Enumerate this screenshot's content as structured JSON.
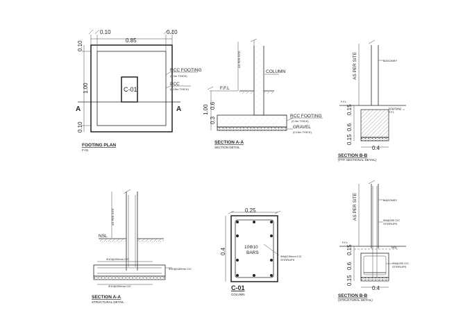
{
  "footing_plan": {
    "dim_top_left": "0.10",
    "dim_top_mid": "0.85",
    "dim_top_right": "0.10",
    "dim_left_top": "0.10",
    "dim_left_mid": "1.00",
    "dim_left_bottom": "0.10",
    "column_tag": "C-01",
    "rcc_label": "RCC FOOTING",
    "rcc_note": "(0.3m THICK)",
    "pcc_label": "PCC",
    "pcc_note": "(0.15m THICK)",
    "section_left": "A",
    "section_right": "A",
    "title": "FOOTING PLAN",
    "subtitle": "F-01"
  },
  "section_aa_detail": {
    "as_per_site": "AS PER SITE",
    "column_label": "COLUMN",
    "ffl": "F.F.L",
    "dim_1": "1.00",
    "dim_2": "0.6",
    "dim_3": "0.3",
    "rcc_label": "RCC FOOTING",
    "rcc_note": "(0.3m THICK)",
    "gravel_label": "GRAVEL",
    "gravel_note": "(0.15m THICK)",
    "title": "SECTION A-A",
    "subtitle": "SECTION DETAIL"
  },
  "section_bb_detail": {
    "as_per_site": "AS PER SITE",
    "masonry": "MASONRY",
    "ffl": "F.F.L",
    "footing": "FOOTING",
    "footing_note": "F.F.L",
    "dim_1": "0.15",
    "dim_2": "0.6",
    "dim_3": "0.15",
    "dim_width": "0.4",
    "title": "SECTION B-B",
    "subtitle": "(FTP. SECTIONAL DETAIL)"
  },
  "section_aa_structural": {
    "as_per_site": "AS PER SITE",
    "nsl": "NSL",
    "rebar_top": "Φ10@200mm C/C",
    "rebar_right": "Φ10@150mm C/C",
    "rebar_bottom": "Φ10@200mm C/C",
    "title": "SECTION A-A",
    "subtitle": "STRUCTURAL DETAIL"
  },
  "column_c01": {
    "dim_top": "0.25",
    "dim_left": "0.4",
    "bars_line1": "10Φ10",
    "bars_line2": "BARS",
    "ties": "Φ8@150mm C/C",
    "ties_note": "STIRRUPS",
    "title": "C-01",
    "subtitle": "COLUMN"
  },
  "section_bb_structural": {
    "as_per_site": "AS PER SITE",
    "masonry": "MASONRY",
    "rebar_1": "Φ8@200 C/C",
    "rebar_1_note": "STIRRUPS",
    "ffl": "F.F.L",
    "ngl": "NGL",
    "dim_1": "0.15",
    "dim_2": "0.6",
    "dim_3": "0.15",
    "rebar_2": "Φ8@200 C/C",
    "rebar_2_note": "STIRRUPS",
    "dim_width": "0.4",
    "title": "SECTION B-B",
    "subtitle": "(STRUCTURAL DETAIL)"
  }
}
